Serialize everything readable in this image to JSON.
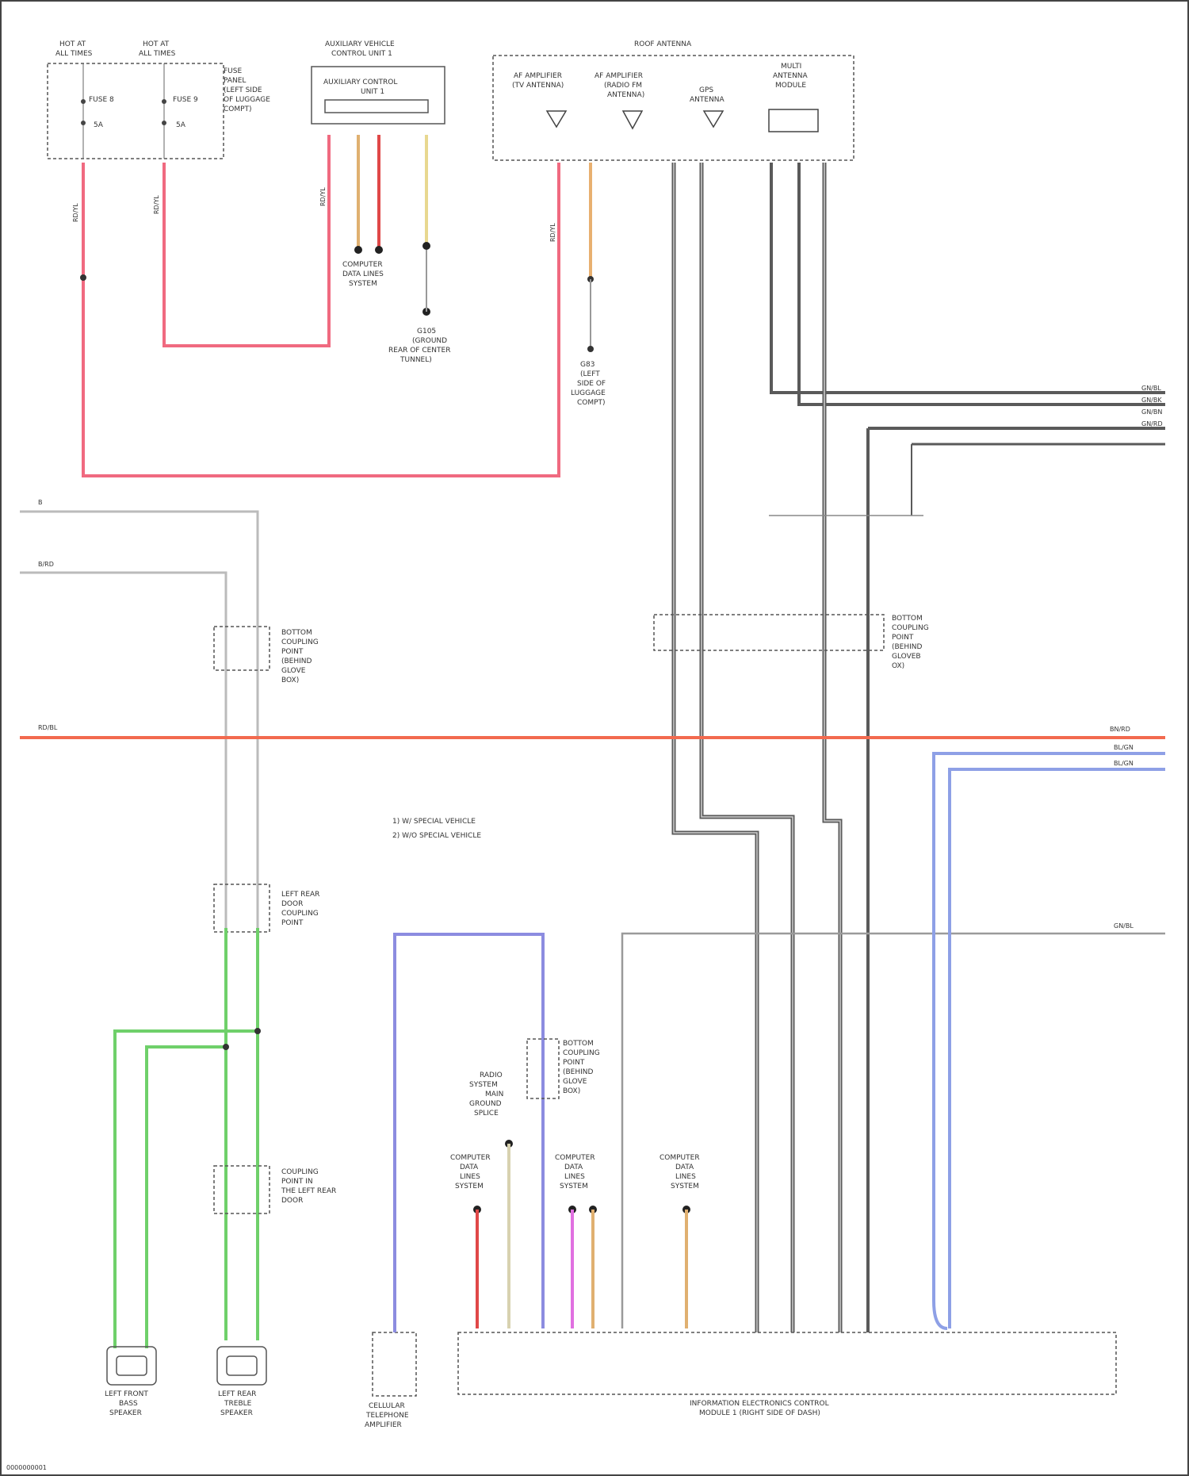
{
  "colors": {
    "red_power": "#f06a80",
    "orange_bus": "#f26a4f",
    "green": "#6fd06a",
    "blue": "#8c8ce0",
    "light_blue": "#8ea0e6",
    "gray": "#9a9a9a",
    "dark": "#5a5a5a",
    "tan": "#e0b070",
    "yellow": "#e8d890",
    "magenta": "#e070e0",
    "red": "#e04848"
  },
  "labels": {
    "fuse_a": [
      "HOT AT",
      "ALL TIMES"
    ],
    "fuse_b": [
      "HOT AT",
      "ALL TIMES"
    ],
    "fuse_a_inner": [
      "FUSE 8",
      "5A"
    ],
    "fuse_b_inner": [
      "FUSE 9",
      "5A"
    ],
    "fuse_panel": [
      "FUSE",
      "PANEL",
      "(LEFT SIDE",
      "OF LUGGAGE",
      "COMPT)"
    ],
    "comfort_module": [
      "AUXILIARY VEHICLE",
      "CONTROL UNIT 1"
    ],
    "comfort_inner": [
      "AUXILIARY CONTROL",
      "UNIT 1"
    ],
    "antenna_group": "ROOF ANTENNA",
    "antenna_a": [
      "AF AMPLIFIER",
      "(TV ANTENNA)"
    ],
    "antenna_b": [
      "AF AMPLIFIER",
      "(RADIO FM",
      "ANTENNA)"
    ],
    "antenna_c": [
      "GPS",
      "ANTENNA"
    ],
    "antenna_d": [
      "MULTI",
      "ANTENNA",
      "MODULE"
    ],
    "ground_a": [
      "COMPUTER",
      "DATA LINES",
      "SYSTEM"
    ],
    "ground_b": [
      "G105",
      "(GROUND",
      "REAR OF CENTER",
      "TUNNEL)"
    ],
    "ground_c": [
      "G83",
      "(LEFT",
      "SIDE OF",
      "LUGGAGE",
      "COMPT)"
    ],
    "connector_a": [
      "BOTTOM",
      "COUPLING",
      "POINT",
      "(BEHIND",
      "GLOVE",
      "BOX)"
    ],
    "connector_b": [
      "BOTTOM",
      "COUPLING",
      "POINT",
      "(BEHIND",
      "GLOVE",
      "BOX)"
    ],
    "connector_right": [
      "BOTTOM",
      "COUPLING",
      "POINT",
      "(BEHIND",
      "GLOVEB",
      "OX)"
    ],
    "left_rear_door": [
      "LEFT REAR",
      "DOOR",
      "COUPLING",
      "POINT"
    ],
    "coupling_lr": [
      "COUPLING",
      "POINT IN",
      "THE LEFT REAR",
      "DOOR"
    ],
    "legend_1": "1) W/ SPECIAL VEHICLE",
    "legend_2": "2) W/O SPECIAL VEHICLE",
    "bus_1": "B",
    "bus_2": "B/RD",
    "bus_3": "RD/BL",
    "bus_right_4": "BN/RD",
    "bus_right_5": "BL/GN",
    "bus_right_6": "BL/GN",
    "bus_right_7": "GN/BL",
    "bus_right_top": [
      "GN/BL",
      "GN/BK",
      "GN/BN",
      "GN/RD"
    ],
    "speaker_a": [
      "LEFT FRONT",
      "BASS",
      "SPEAKER"
    ],
    "speaker_b": [
      "LEFT REAR",
      "TREBLE",
      "SPEAKER"
    ],
    "cellular": [
      "CELLULAR",
      "TELEPHONE",
      "AMPLIFIER"
    ],
    "power_ground": [
      "RADIO",
      "SYSTEM",
      "MAIN",
      "GROUND",
      "SPLICE"
    ],
    "data_a": [
      "COMPUTER",
      "DATA",
      "LINES",
      "SYSTEM"
    ],
    "data_b": [
      "COMPUTER",
      "DATA",
      "LINES",
      "SYSTEM"
    ],
    "data_c": [
      "COMPUTER",
      "DATA",
      "LINES",
      "SYSTEM"
    ],
    "main_module": [
      "INFORMATION ELECTRONICS CONTROL",
      "MODULE 1 (RIGHT SIDE OF DASH)"
    ],
    "wire_red_a": "RD/YL",
    "wire_red_b": "RD/YL",
    "wire_red_c": "RD/YL",
    "wire_red_d": "RD/YL",
    "wire_footer": "0000000001"
  }
}
